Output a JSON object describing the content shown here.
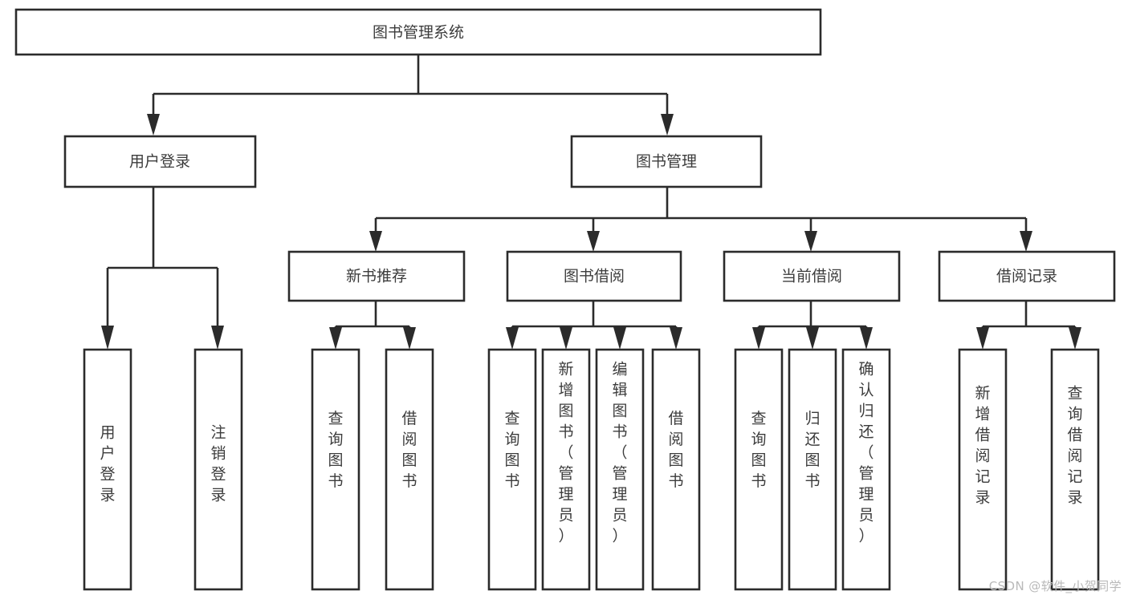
{
  "diagram": {
    "title": "图书管理系统",
    "type": "tree-hierarchy-diagram",
    "colors": {
      "stroke": "#2b2b2b",
      "box_fill": "#ffffff",
      "text": "#3c3c3c",
      "background": "#ffffff",
      "watermark": "#b9b9b9"
    },
    "root": {
      "label": "图书管理系统"
    },
    "level1": [
      {
        "label": "用户登录"
      },
      {
        "label": "图书管理"
      }
    ],
    "level2": [
      {
        "label": "新书推荐"
      },
      {
        "label": "图书借阅"
      },
      {
        "label": "当前借阅"
      },
      {
        "label": "借阅记录"
      }
    ],
    "leaves": {
      "user_login": [
        {
          "label": "用户登录"
        },
        {
          "label": "注销登录"
        }
      ],
      "new_book_recommend": [
        {
          "label": "查询图书"
        },
        {
          "label": "借阅图书"
        }
      ],
      "book_borrow": [
        {
          "label": "查询图书"
        },
        {
          "label": "新增图书（管理员）"
        },
        {
          "label": "编辑图书（管理员）"
        },
        {
          "label": "借阅图书"
        }
      ],
      "current_borrow": [
        {
          "label": "查询图书"
        },
        {
          "label": "归还图书"
        },
        {
          "label": "确认归还（管理员）"
        }
      ],
      "borrow_record": [
        {
          "label": "新增借阅记录"
        },
        {
          "label": "查询借阅记录"
        }
      ]
    }
  },
  "watermark": {
    "text": "CSDN @软件_小贺同学"
  }
}
